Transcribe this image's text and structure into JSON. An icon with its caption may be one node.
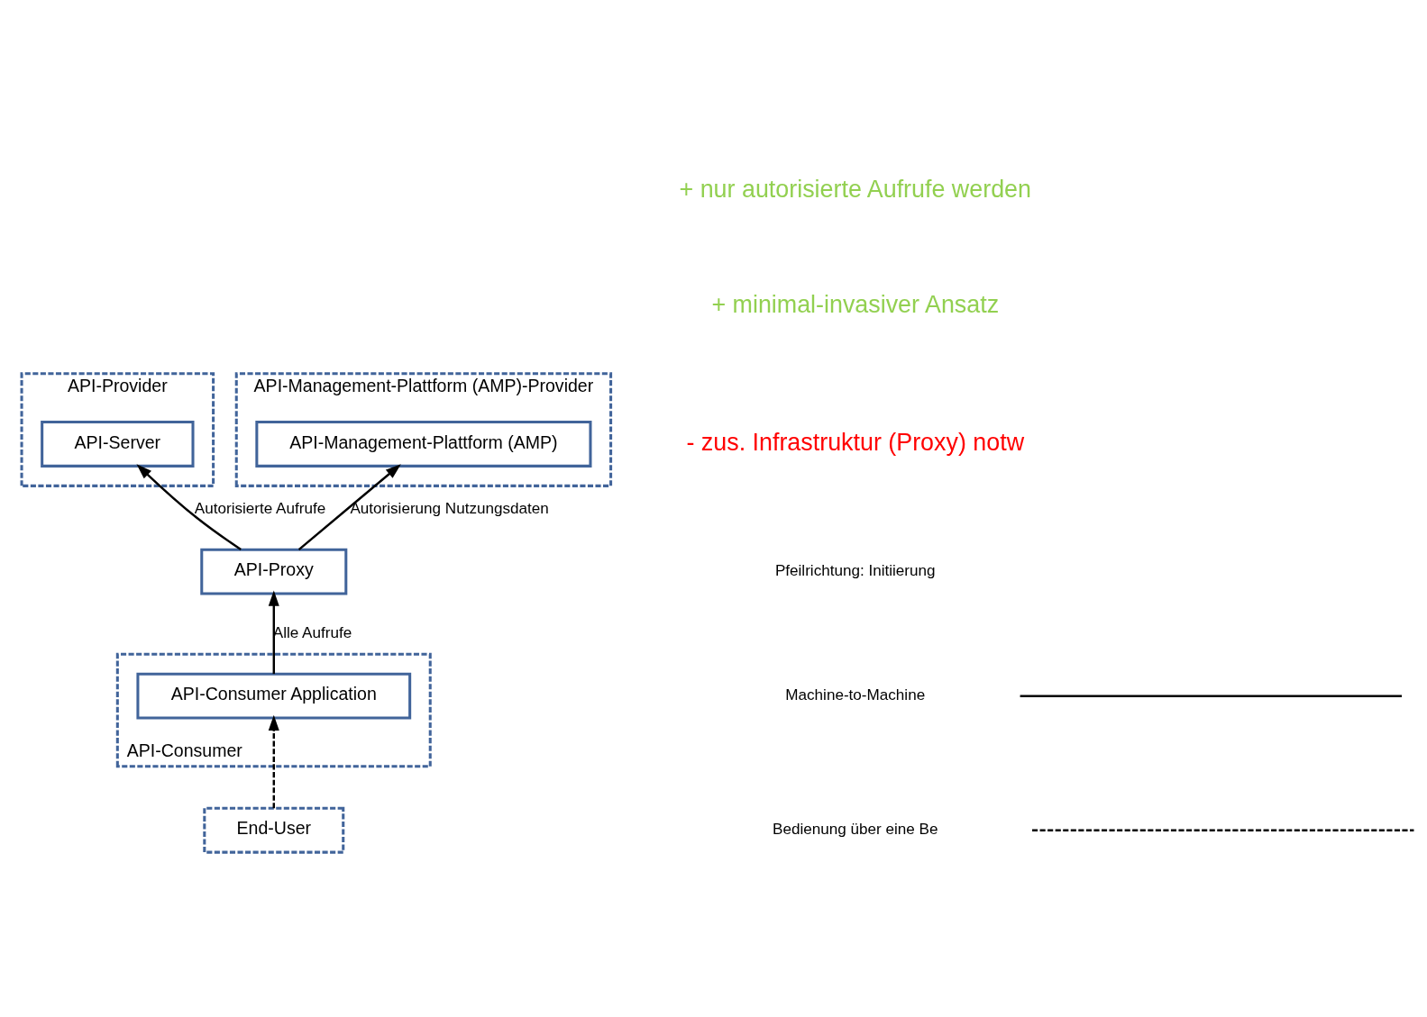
{
  "diagram": {
    "nodes": [
      {
        "text": [
          "API-Provider"
        ]
      },
      {
        "text": [
          "API-Server"
        ],
        "in": 0
      },
      {
        "text": [
          "API-Proxy"
        ]
      },
      {
        "text": [
          "API-Management-Plattform (AMP)-Provider"
        ]
      },
      {
        "text": [
          "API-Management-Plattform (AMP)"
        ],
        "in": 3
      },
      {
        "text": [
          "API-Consumer"
        ]
      },
      {
        "text": [
          "API-Consumer Application"
        ],
        "in": 5
      },
      {
        "text": [
          "End-User"
        ]
      }
    ],
    "edges": [
      {
        "from": 2,
        "to": 1,
        "arrow": "to",
        "label": "Autorisierte Aufrufe"
      },
      {
        "from": 2,
        "to": 4,
        "arrow": "to",
        "label": "Autorisierung Nutzungsdaten"
      },
      {
        "from": 6,
        "to": 2,
        "arrow": "to",
        "label": "Alle Aufrufe"
      },
      {
        "from": 7,
        "to": 6,
        "arrow": "to",
        "style": "dashed"
      }
    ],
    "labels": [
      "+ nur autorisierte Aufrufe werden",
      "+ minimal-invasiver Ansatz",
      "- zus. Infrastruktur (Proxy) notw",
      "Pfeilrichtung: Initiierung"
    ],
    "legend": [
      {
        "text": "Machine-to-Machine"
      },
      {
        "text": "Bedienung über eine Be"
      }
    ]
  }
}
